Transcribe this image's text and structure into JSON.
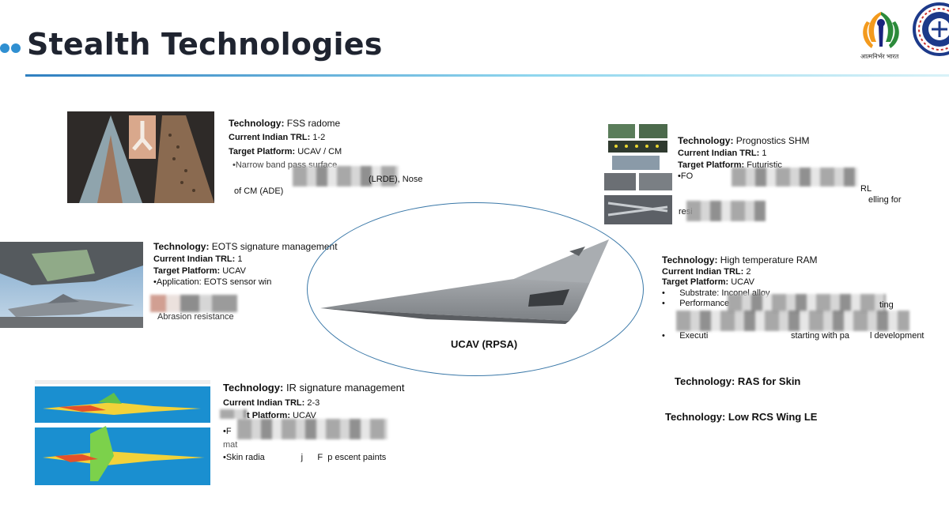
{
  "header": {
    "title": "Stealth Technologies",
    "logo_text": "आत्मनिर्भर भारत"
  },
  "center": {
    "label": "UCAV (RPSA)"
  },
  "fss": {
    "tech_label": "Technology:",
    "tech": "FSS radome",
    "trl_label": "Current Indian TRL:",
    "trl": "1-2",
    "platform_label": "Target Platform:",
    "platform": "UCAV / CM",
    "line1": "•Narrow band pass surface",
    "line2": "(LRDE), Nose",
    "line3": "of CM (ADE)"
  },
  "eots": {
    "tech_label": "Technology:",
    "tech": "EOTS signature management",
    "trl_label": "Current Indian TRL:",
    "trl": "1",
    "platform_label": "Target Platform:",
    "platform": "UCAV",
    "line1": "•Application: EOTS sensor win",
    "line2": "Abrasion resistance"
  },
  "ir": {
    "tech_label": "Technology:",
    "tech": "IR signature management",
    "trl_label": "Current Indian TRL:",
    "trl": "2-3",
    "platform_label": "t Platform:",
    "platform": "UCAV",
    "line1": "•F",
    "line2": "mat",
    "line3": "•Skin radia",
    "line4": "j",
    "line5": "F",
    "line6": "p",
    "line7": "escent paints"
  },
  "shm": {
    "tech_label": "Technology:",
    "tech": "Prognostics SHM",
    "trl_label": "Current Indian TRL:",
    "trl": "1",
    "platform_label": "Target Platform:",
    "platform": "Futuristic",
    "line1": "•FO",
    "line2": "RL",
    "line3": "elling for",
    "line4": "resi"
  },
  "ram": {
    "tech_label": "Technology:",
    "tech": "High temperature RAM",
    "trl_label": "Current Indian TRL:",
    "trl": "2",
    "platform_label": "Target Platform:",
    "platform": "UCAV",
    "line1": "Substrate: Inconel alloy",
    "line2": "Performance",
    "line3": "ting",
    "line4": "Executi",
    "line5": "starting with pa",
    "line6": "l development"
  },
  "ras": {
    "text": "Technology: RAS for Skin"
  },
  "rcs": {
    "text": "Technology: Low RCS Wing LE"
  },
  "colors": {
    "accent": "#2f8fd1",
    "title": "#1f2430",
    "ellipse": "#3a78a8"
  }
}
